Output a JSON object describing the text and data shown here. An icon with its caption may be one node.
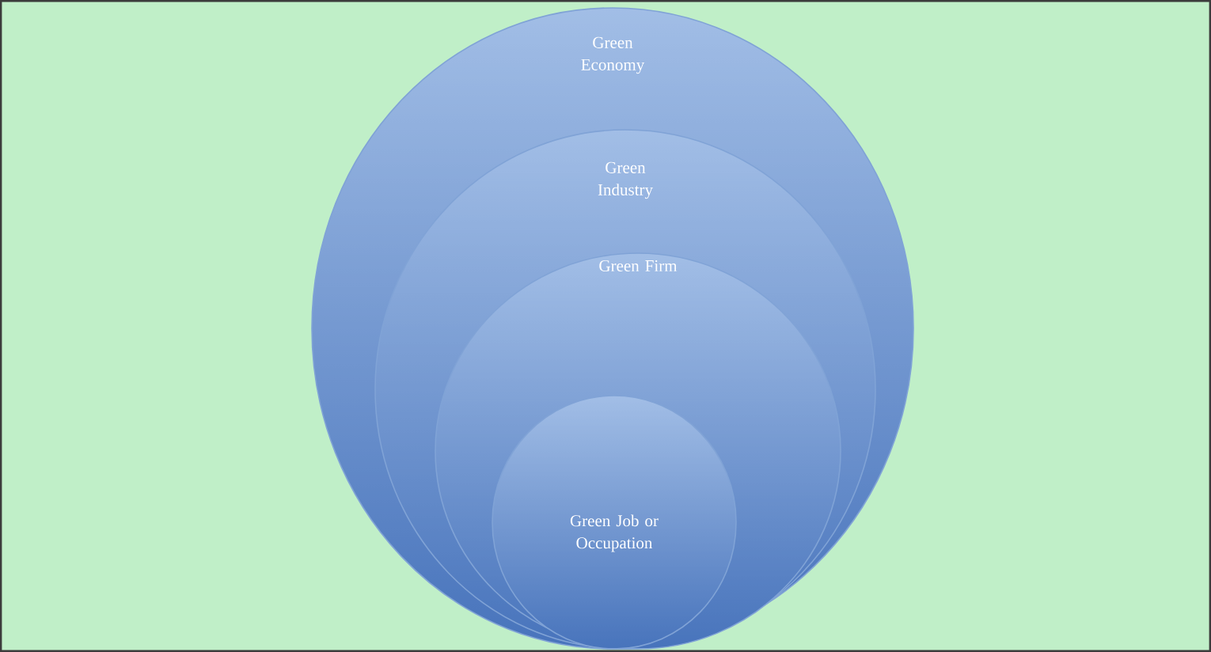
{
  "diagram": {
    "nodes": [
      {
        "text": [
          "Green Economy"
        ]
      },
      {
        "text": [
          "Green Industry"
        ],
        "in": 0
      },
      {
        "text": [
          "Green Firm"
        ],
        "in": 1
      },
      {
        "text": [
          "Green Job or Occupation"
        ],
        "in": 2
      }
    ]
  }
}
